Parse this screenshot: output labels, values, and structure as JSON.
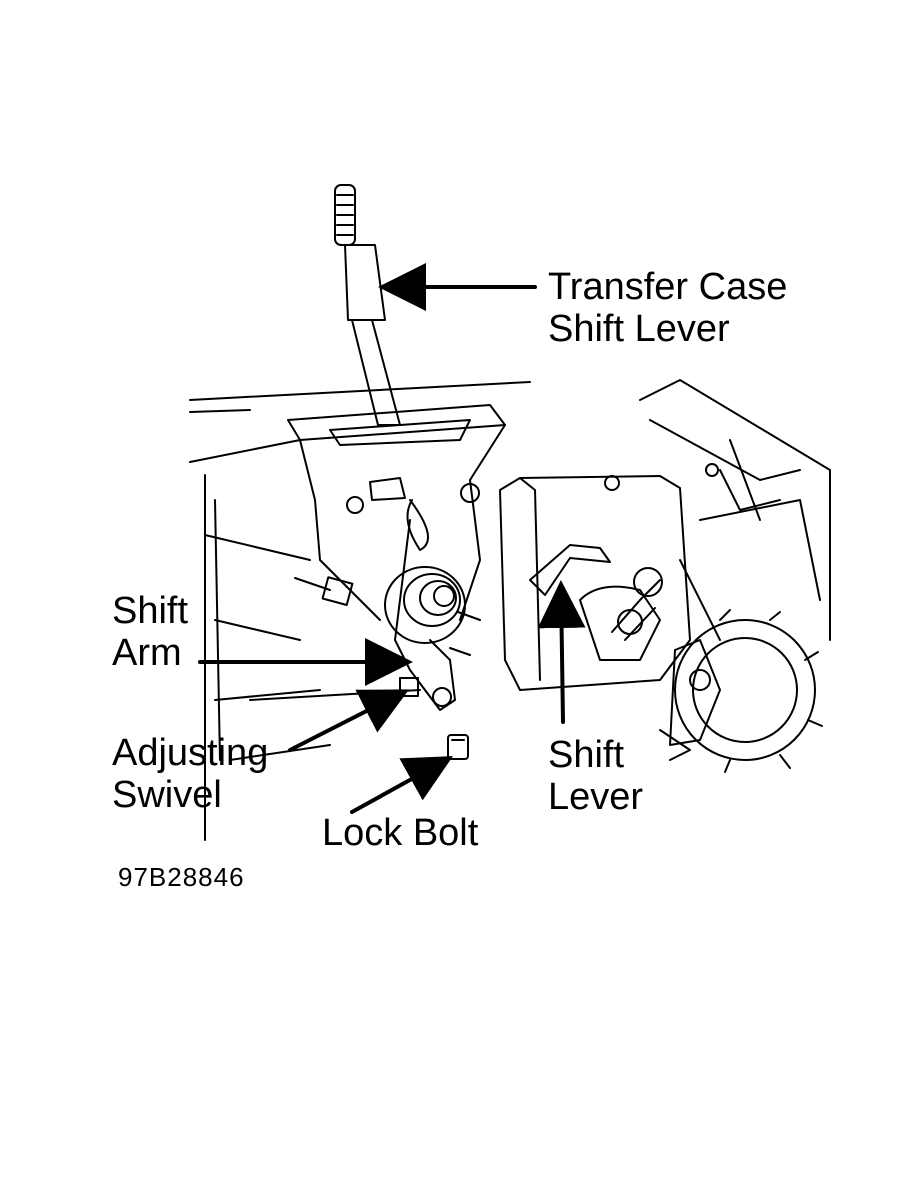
{
  "figure": {
    "id": "97B28846",
    "callouts": {
      "transfer_case_shift_lever": {
        "line1": "Transfer Case",
        "line2": "Shift Lever"
      },
      "shift_arm": {
        "line1": "Shift",
        "line2": "Arm"
      },
      "adjusting_swivel": {
        "line1": "Adjusting",
        "line2": "Swivel"
      },
      "lock_bolt": {
        "line1": "Lock Bolt"
      },
      "shift_lever": {
        "line1": "Shift",
        "line2": "Lever"
      }
    }
  }
}
